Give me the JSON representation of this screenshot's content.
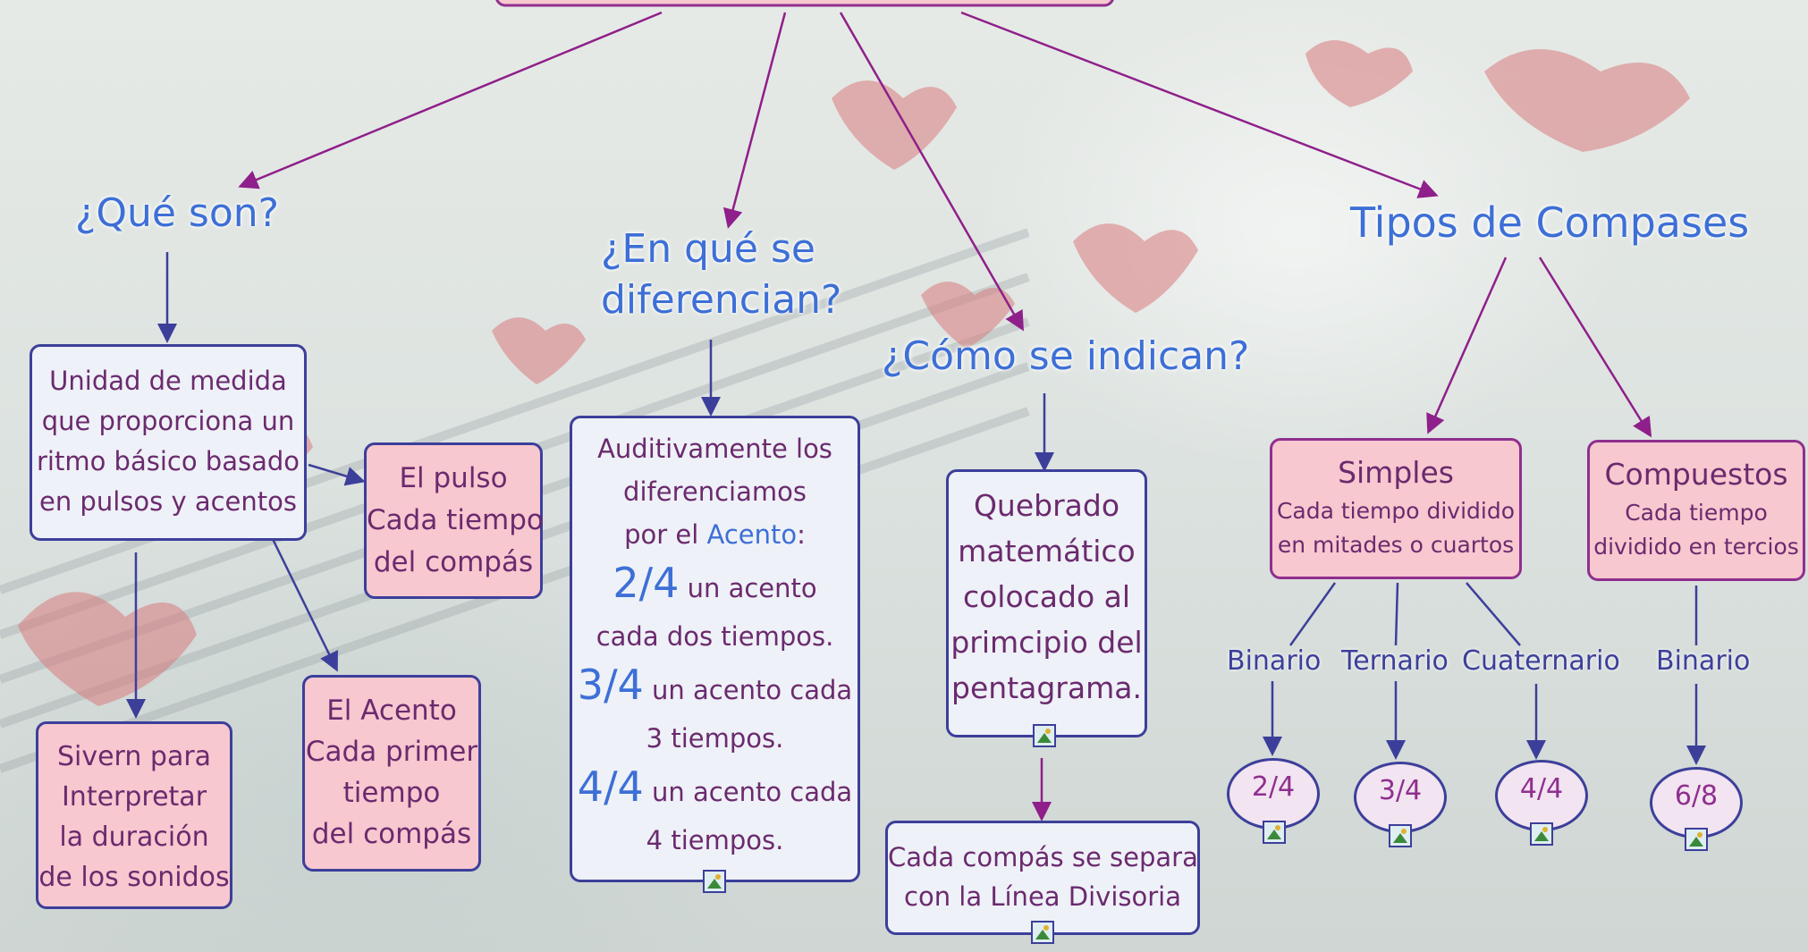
{
  "headings": {
    "que_son": "¿Qué son?",
    "diferencian_1": "¿En qué se",
    "diferencian_2": "diferencian?",
    "indican": "¿Cómo se indican?",
    "tipos": "Tipos de Compases"
  },
  "boxes": {
    "unidad": [
      "Unidad de medida",
      "que proporciona un",
      "ritmo básico basado",
      "en pulsos y acentos"
    ],
    "pulso": [
      "El pulso",
      "Cada tiempo",
      "del compás"
    ],
    "sirven": [
      "Sivern para",
      "Interpretar",
      "la duración",
      "de los sonidos"
    ],
    "acento": [
      "El Acento",
      "Cada primer",
      "tiempo",
      "del compás"
    ],
    "auditivamente": {
      "line1": "Auditivamente los",
      "line2": "diferenciamos",
      "line3_prefix": "por el ",
      "line3_accent": "Acento",
      "line3_suffix": ":",
      "m24": "2/4",
      "m24_text": " un acento",
      "m24_line2": "cada dos tiempos.",
      "m34": "3/4",
      "m34_text": " un acento cada",
      "m34_line2": "3 tiempos.",
      "m44": "4/4",
      "m44_text": " un acento cada",
      "m44_line2": "4 tiempos."
    },
    "quebrado": [
      "Quebrado",
      "matemático",
      "colocado al",
      "primcipio del",
      "pentagrama."
    ],
    "cada_compas": [
      "Cada compás se separa",
      "con la Línea Divisoria"
    ],
    "simples": {
      "title": "Simples",
      "lines": [
        "Cada tiempo dividido",
        "en mitades o cuartos"
      ]
    },
    "compuestos": {
      "title": "Compuestos",
      "lines": [
        "Cada tiempo",
        "dividido en tercios"
      ]
    }
  },
  "labels": {
    "binario_1": "Binario",
    "ternario": "Ternario",
    "cuaternario": "Cuaternario",
    "binario_2": "Binario"
  },
  "circles": {
    "c24": "2/4",
    "c34": "3/4",
    "c44": "4/4",
    "c68": "6/8"
  },
  "colors": {
    "heading_blue": "#3d6fd6",
    "box_border": "#3c3f9a",
    "pink_fill": "#f7c8cf",
    "text_purple": "#6b2a6e",
    "arrow_purple": "#8f1f8a",
    "arrow_blue": "#3c3f9a"
  }
}
